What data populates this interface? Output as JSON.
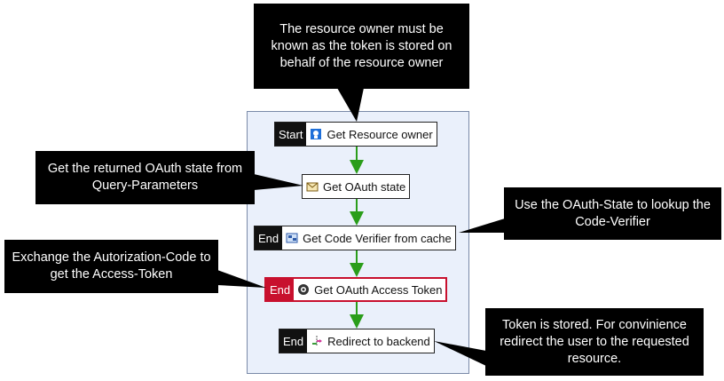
{
  "nodes": [
    {
      "tag": "Start",
      "label": "Get Resource owner",
      "icon": "resource-owner-icon"
    },
    {
      "tag": "",
      "label": "Get OAuth state",
      "icon": "envelope-filter-icon"
    },
    {
      "tag": "End",
      "label": "Get Code Verifier from cache",
      "icon": "cache-lookup-icon"
    },
    {
      "tag": "End",
      "label": "Get OAuth Access Token",
      "icon": "oauth-token-icon"
    },
    {
      "tag": "End",
      "label": "Redirect to backend",
      "icon": "redirect-icon"
    }
  ],
  "callouts": {
    "resource_owner": "The resource owner must be known as the token is stored on behalf of the resource owner",
    "oauth_state": "Get the returned OAuth state from Query-Parameters",
    "code_verifier": "Use the OAuth-State to lookup the Code-Verifier",
    "access_token": "Exchange the Autorization-Code to get the Access-Token",
    "redirect": "Token is stored. For convinience redirect the user to the requested resource."
  },
  "colors": {
    "connector": "#2a9d1a",
    "end_error": "#c8102e",
    "canvas": "#eaf0fb"
  }
}
